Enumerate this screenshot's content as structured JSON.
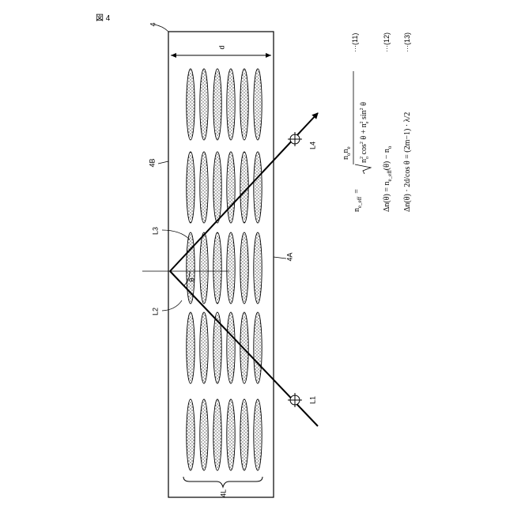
{
  "figure_title": "図 4",
  "reference_labels": {
    "element": "4",
    "surface_b": "4B",
    "surface_a": "4A",
    "thickness": "d",
    "layer": "4L",
    "ray_l1": "L1",
    "ray_l2": "L2",
    "ray_l3": "L3",
    "ray_l4": "L4",
    "angle": "θ"
  },
  "equations": [
    {
      "lhs": "n",
      "lhs_sub": "e_eff",
      "equals": "=",
      "numerator": "n",
      "numerator_sub1": "o",
      "numerator_mid": "n",
      "numerator_sub2": "e",
      "den_a": "n",
      "den_a_sub": "o",
      "den_a_sup": "2",
      "den_b": " cos",
      "den_b_sup": "2",
      "den_c": " θ + n",
      "den_c_sub": "e",
      "den_c_sup": "2",
      "den_d": " sin",
      "den_d_sup": "2",
      "den_e": " θ",
      "number": "···(11)"
    },
    {
      "text_a": "Δn(θ) = n",
      "text_sub": "e_eff",
      "text_b": "(θ) − n",
      "text_sub2": "o",
      "number": "···(12)"
    },
    {
      "text": "Δn(θ) · 2d/cos θ = (2m−1) · λ/2",
      "number": "···(13)"
    }
  ]
}
